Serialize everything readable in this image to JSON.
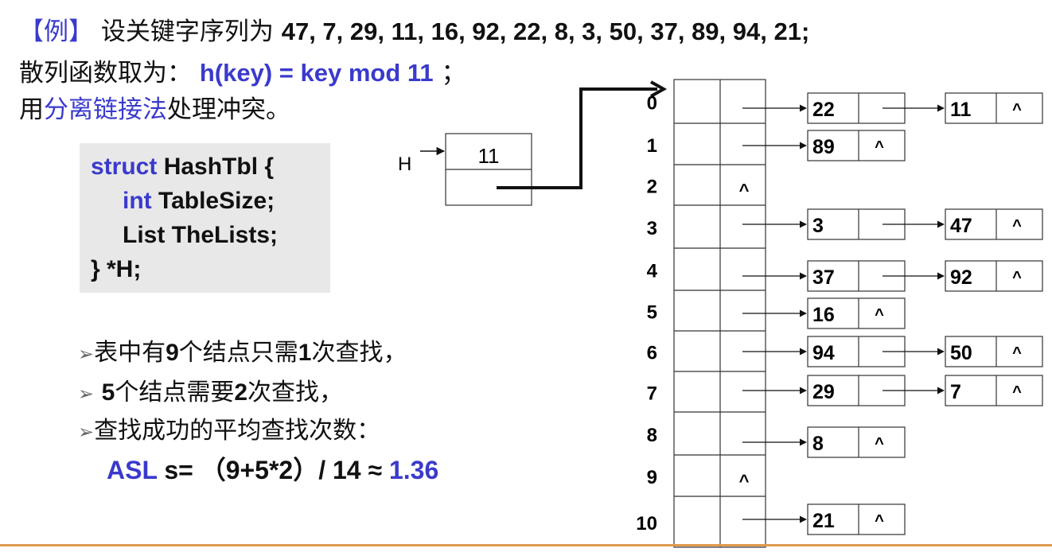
{
  "intro": {
    "bracket_label": "【例】",
    "line1_text": "设关键字序列为",
    "sequence": "47, 7, 29, 11, 16, 92, 22, 8, 3, 50, 37, 89, 94, 21;",
    "line2_prefix": "散列函数取为：",
    "hash_func": "h(key) = key mod 11",
    "line2_suffix": "；",
    "line3_prefix": "用",
    "method": "分离链接法",
    "line3_suffix": "处理冲突。"
  },
  "code": {
    "l1_kw": "struct",
    "l1_rest": " HashTbl {",
    "l2_kw": "int",
    "l2_rest": " TableSize;",
    "l3": "List TheLists;",
    "l4": "} *H;"
  },
  "bullets": {
    "b1_a": "表中有",
    "b1_n1": "9",
    "b1_b": "个结点只需",
    "b1_n2": "1",
    "b1_c": "次查找，",
    "b2_n1": "5",
    "b2_b": "个结点需要",
    "b2_n2": "2",
    "b2_c": "次查找，",
    "b3": "查找成功的平均查找次数：",
    "asl_label": "ASL",
    "asl_expr": " s= （9+5*2）/ 14 ≈ ",
    "asl_value": "1.36"
  },
  "diagram": {
    "h_label": "H",
    "h_size": "11",
    "null_symbol": "^",
    "slots": [
      {
        "index": "0",
        "chain": [
          "22",
          "11"
        ]
      },
      {
        "index": "1",
        "chain": [
          "89"
        ]
      },
      {
        "index": "2",
        "chain": []
      },
      {
        "index": "3",
        "chain": [
          "3",
          "47"
        ]
      },
      {
        "index": "4",
        "chain": [
          "37",
          "92"
        ]
      },
      {
        "index": "5",
        "chain": [
          "16"
        ]
      },
      {
        "index": "6",
        "chain": [
          "94",
          "50"
        ]
      },
      {
        "index": "7",
        "chain": [
          "29",
          "7"
        ]
      },
      {
        "index": "8",
        "chain": [
          "8"
        ]
      },
      {
        "index": "9",
        "chain": []
      },
      {
        "index": "10",
        "chain": [
          "21"
        ]
      }
    ]
  },
  "colors": {
    "accent_blue": "#3a3acc",
    "code_bg": "#e8e8e8",
    "footer_line": "#e09a50"
  }
}
